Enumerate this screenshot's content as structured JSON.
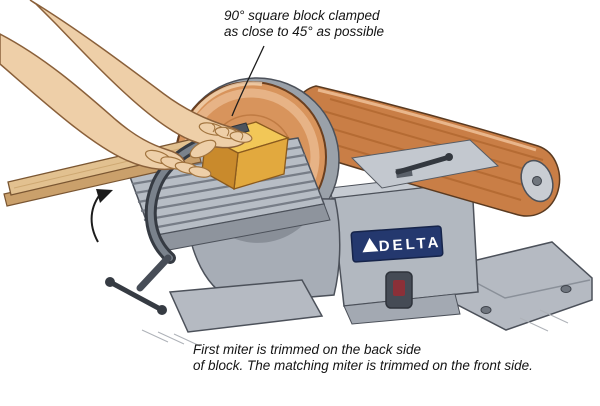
{
  "annotations": {
    "top": {
      "line1": "90° square block clamped",
      "line2": "as close to 45° as possible"
    },
    "bottom": {
      "line1": "First miter is trimmed on the back side",
      "line2": "of block. The matching miter is trimmed on the front side."
    }
  },
  "machine": {
    "brand": "DELTA"
  },
  "colors": {
    "disc_sandpaper": "#d8945c",
    "belt_sandpaper": "#c97e46",
    "block_yellow": "#f2c757",
    "wood_strip": "#e2c190",
    "skin": "#eecfa8",
    "machine_gray": "#b2b8c0",
    "badge_navy": "#24386e"
  }
}
